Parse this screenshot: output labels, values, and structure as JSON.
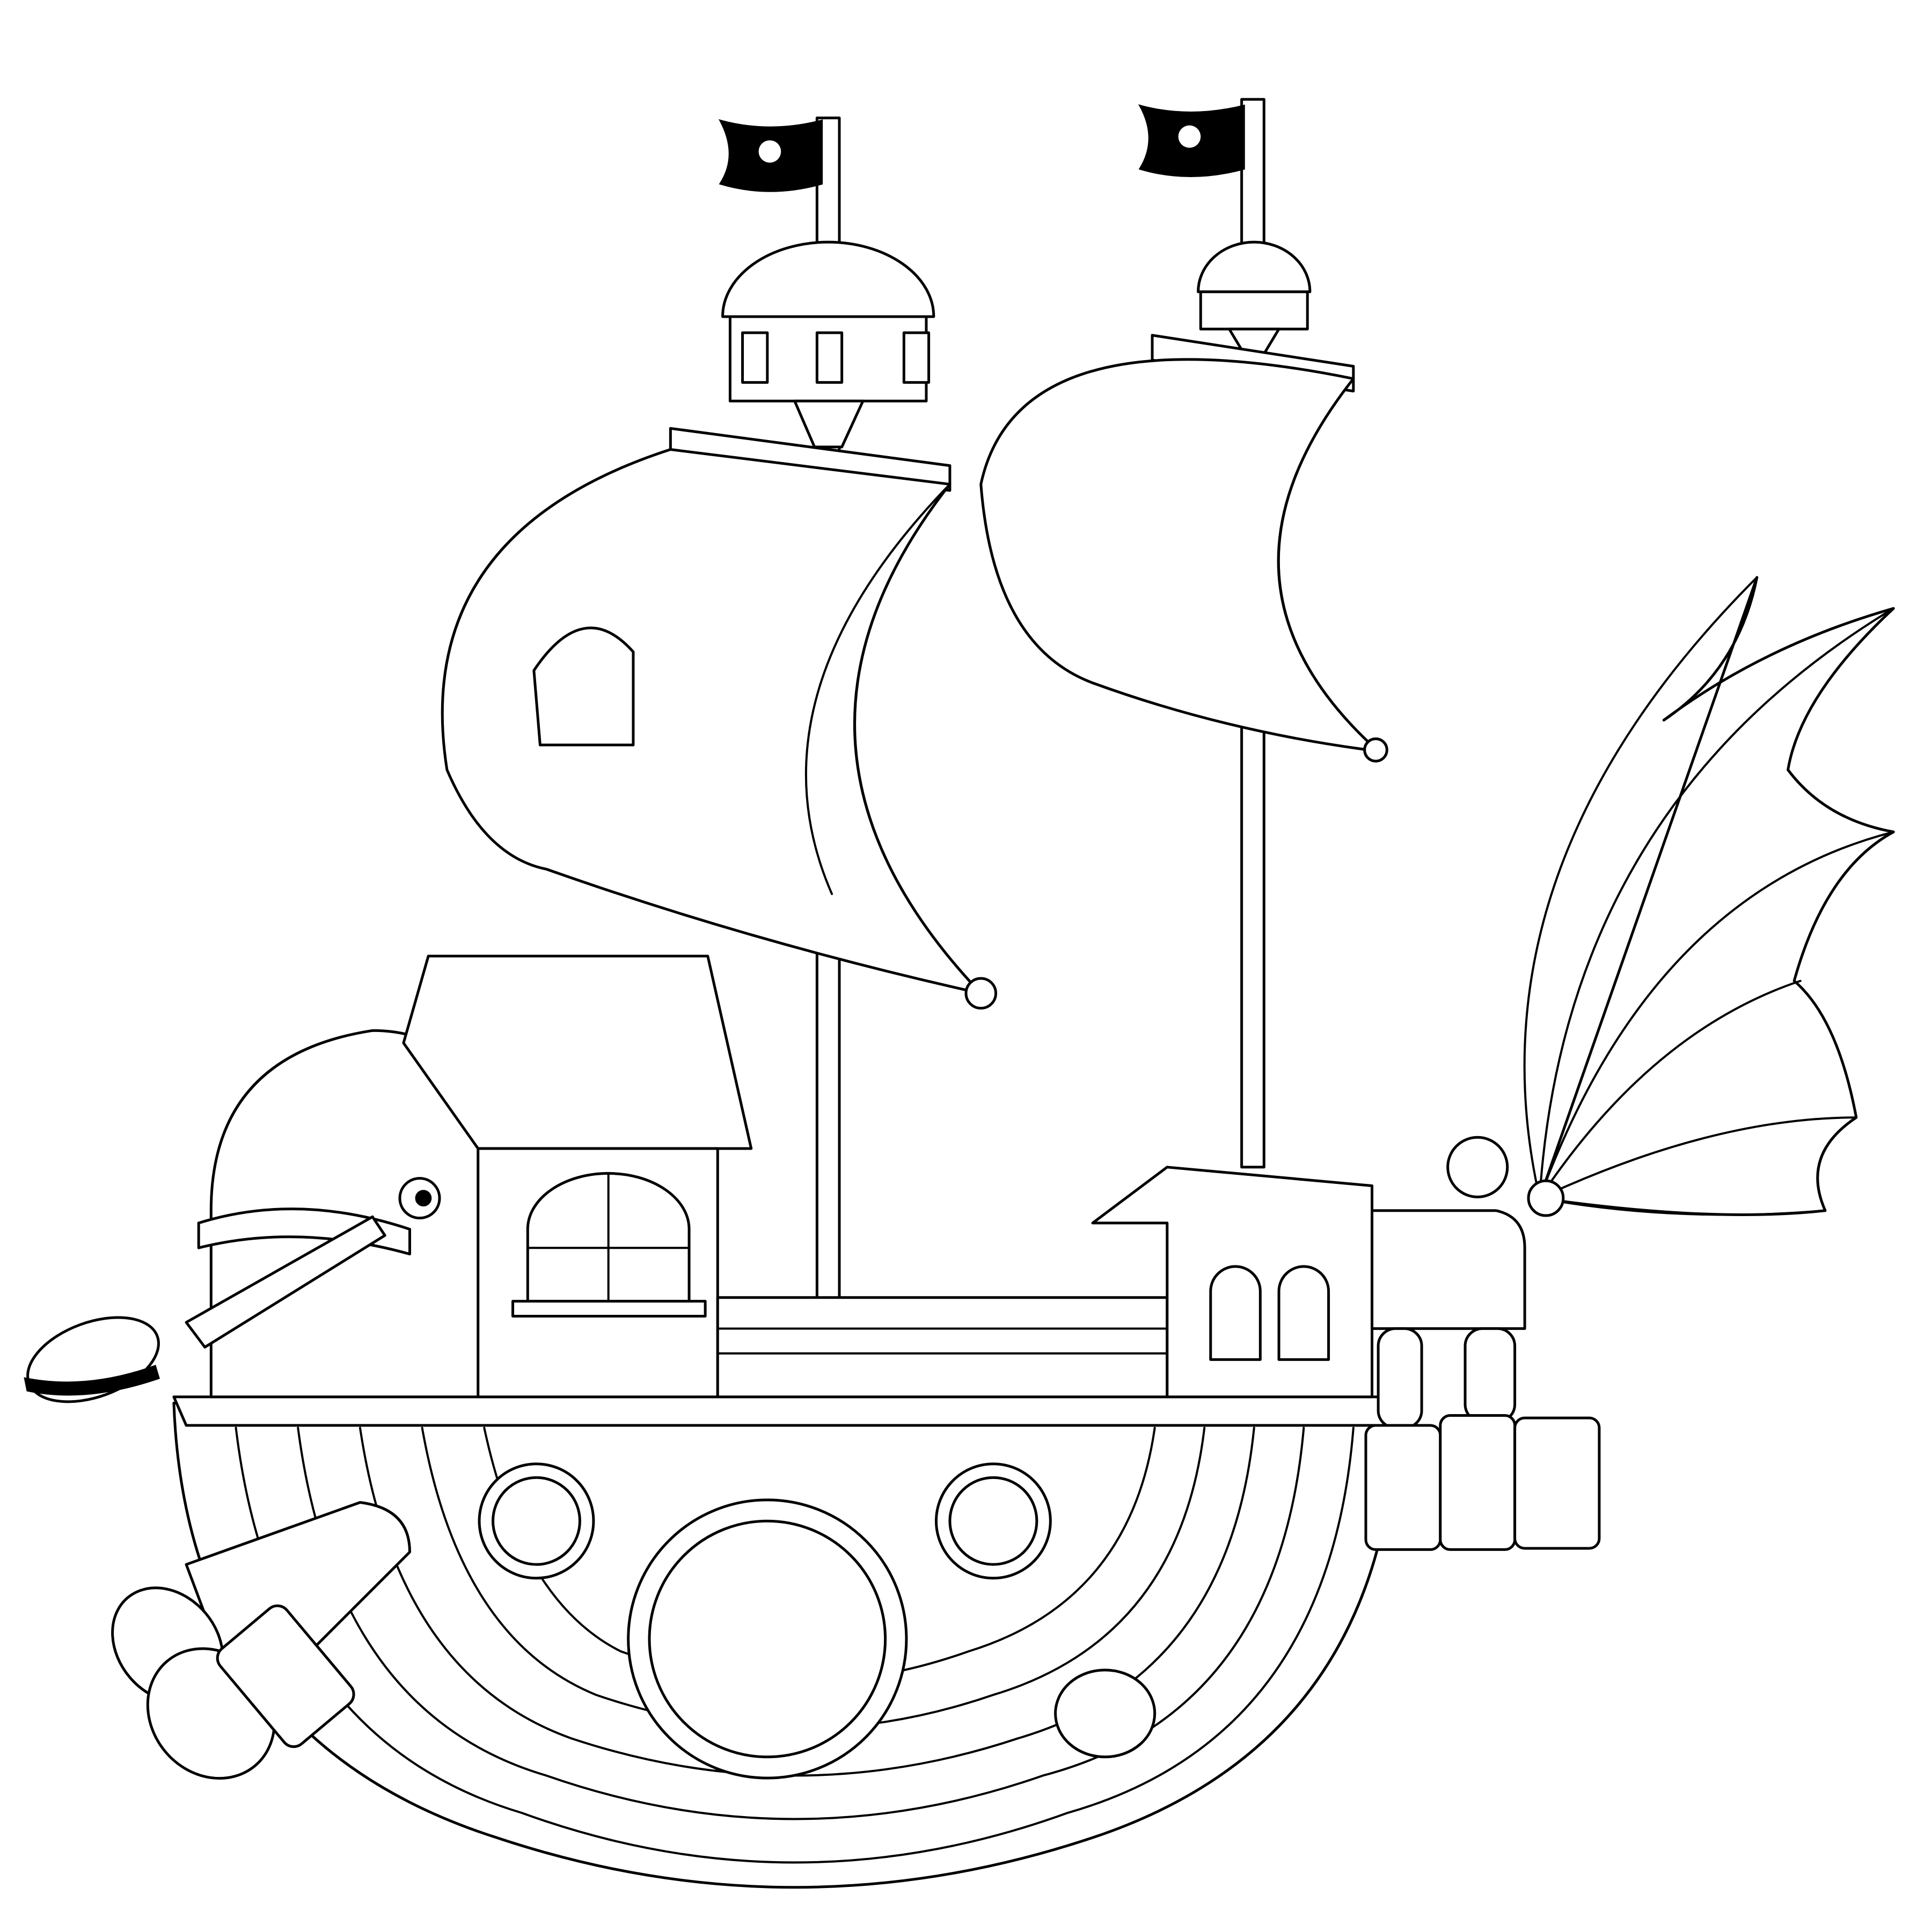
{
  "illustration": {
    "colors": {
      "line": "#000000",
      "background": "#ffffff"
    },
    "parts": [
      "whale-hull",
      "house",
      "pipe",
      "portholes",
      "binoculars",
      "cannons",
      "masts",
      "sails",
      "crows-nests",
      "pirate-flags",
      "wing",
      "deck-railing",
      "stern-cabin"
    ]
  }
}
